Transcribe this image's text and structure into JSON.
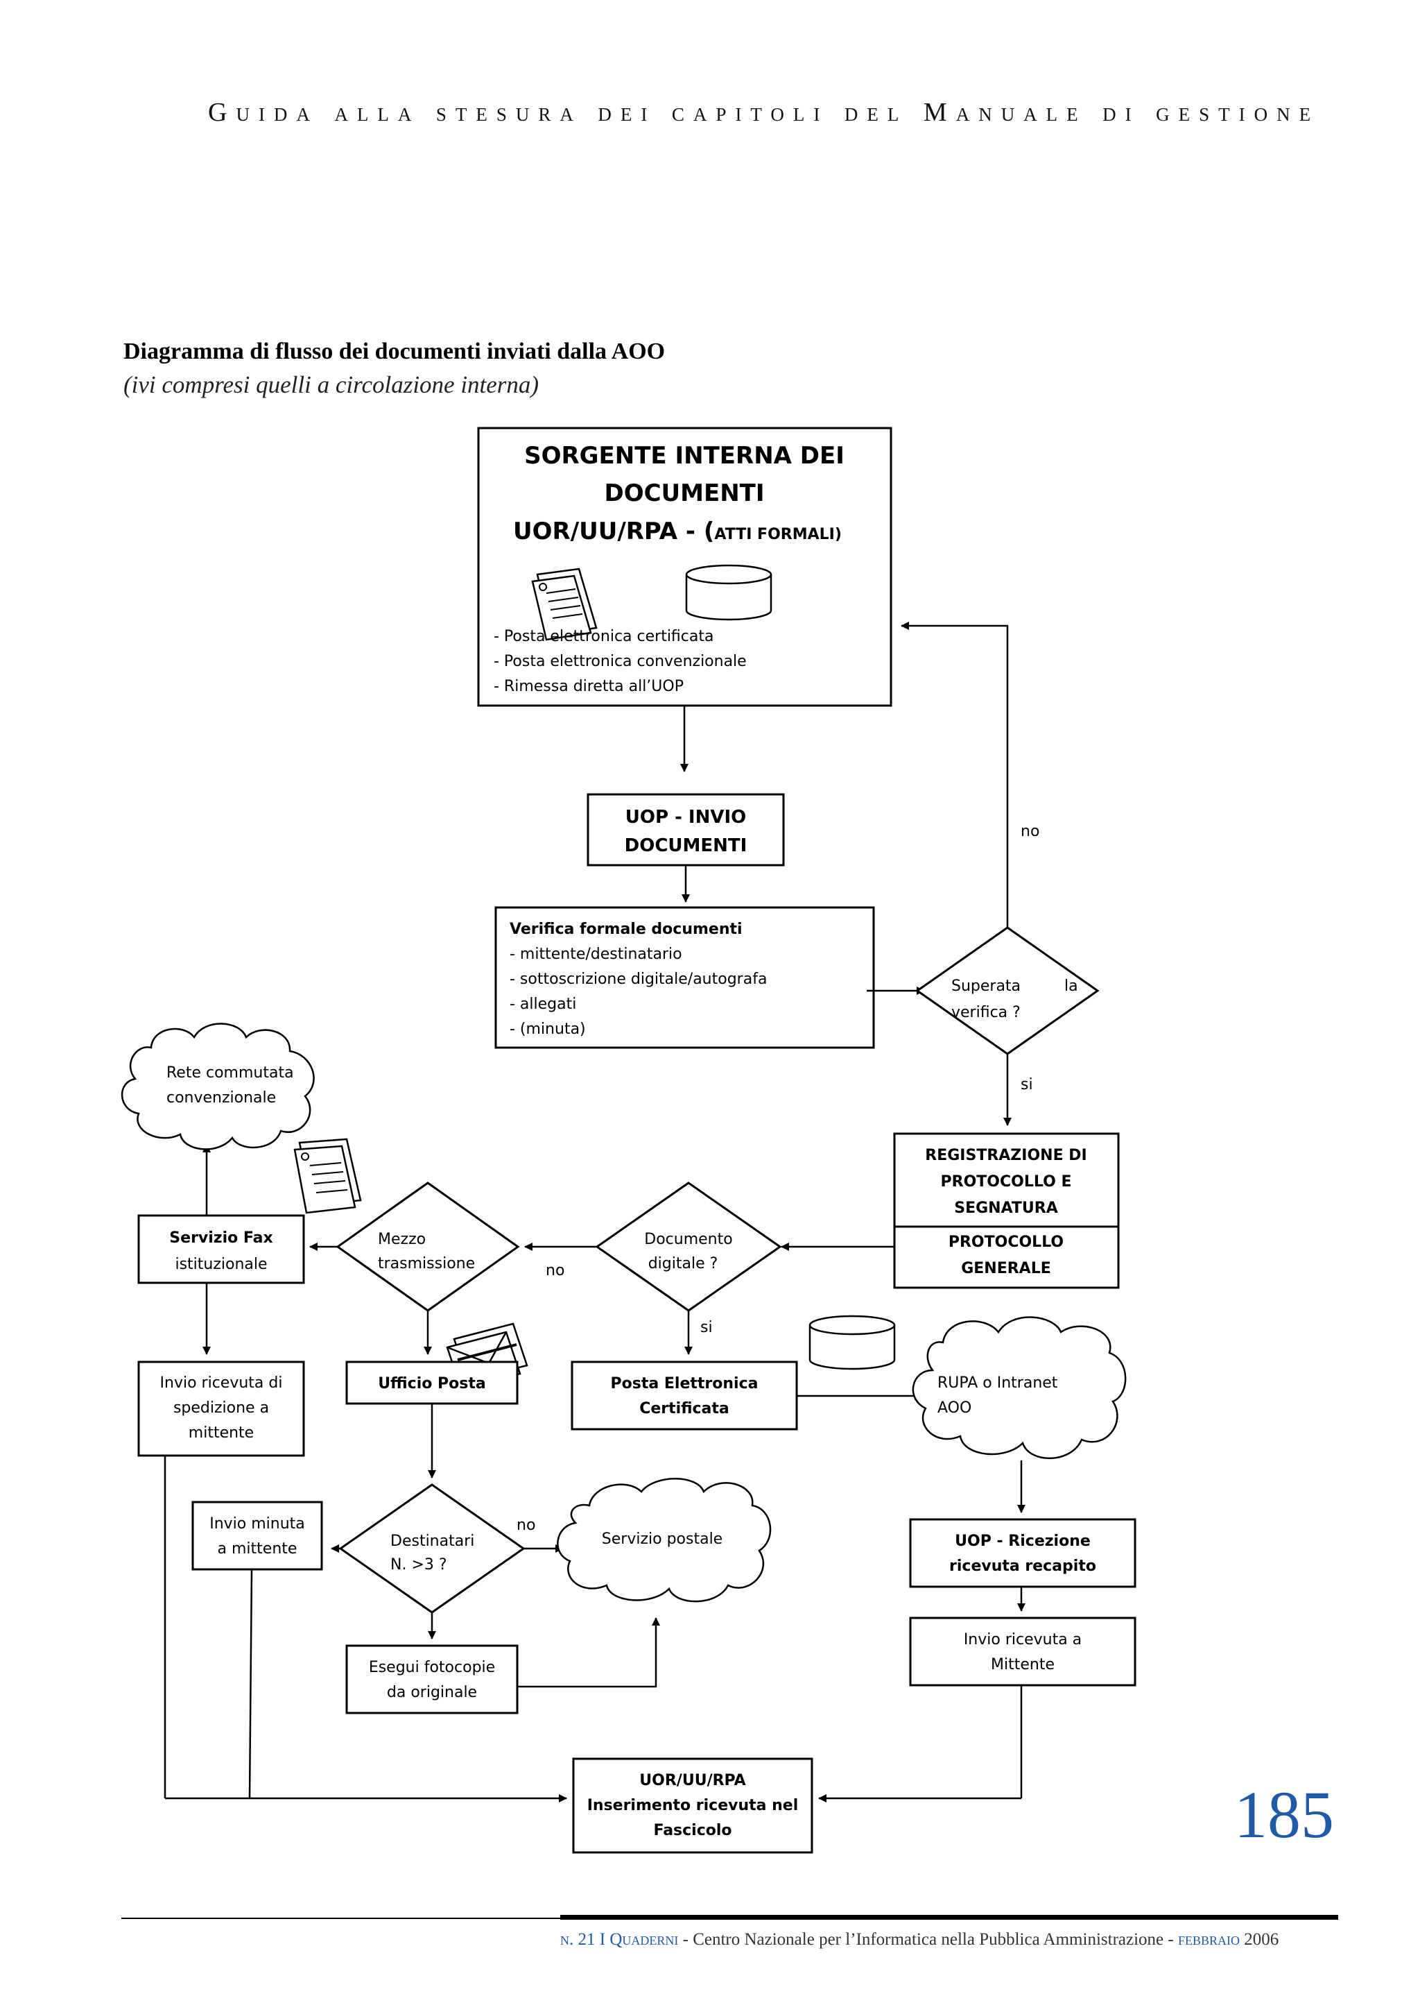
{
  "header": {
    "running_title": "Guida alla stesura dei capitoli del Manuale di gestione"
  },
  "heading": {
    "title": "Diagramma di flusso dei documenti inviati dalla AOO",
    "subtitle": "(ivi compresi quelli a circolazione interna)"
  },
  "diagram": {
    "source": {
      "line1": "SORGENTE INTERNA DEI",
      "line2": "DOCUMENTI",
      "line3": "UOR/UU/RPA - (",
      "line3_small": "ATTI FORMALI)",
      "items": [
        "- Posta elettronica certificata",
        "- Posta elettronica convenzionale",
        "- Rimessa diretta all’UOP"
      ]
    },
    "uop_invio": {
      "line1": "UOP - INVIO",
      "line2": "DOCUMENTI"
    },
    "verifica": {
      "title": "Verifica formale documenti",
      "items": [
        "- mittente/destinatario",
        "- sottoscrizione digitale/autografa",
        "- allegati",
        "- (minuta)"
      ]
    },
    "superata": {
      "line1a": "Superata",
      "line1b": "la",
      "line2": "verifica ?"
    },
    "label_no_top": "no",
    "label_si_top": "si",
    "registrazione": {
      "line1": "REGISTRAZIONE  DI",
      "line2": "PROTOCOLLO E",
      "line3": "SEGNATURA"
    },
    "protocollo": {
      "line1": "PROTOCOLLO",
      "line2": "GENERALE"
    },
    "documento_digitale": {
      "line1": "Documento",
      "line2": "digitale ?"
    },
    "label_no_mid": "no",
    "label_si_mid": "si",
    "mezzo": {
      "line1": "Mezzo",
      "line2": "trasmissione"
    },
    "fax": {
      "line1": "Servizio Fax",
      "line2": "istituzionale"
    },
    "rete": {
      "line1": "Rete commutata",
      "line2": "convenzionale"
    },
    "ufficio_posta": "Ufficio Posta",
    "pec": {
      "line1": "Posta Elettronica",
      "line2": "Certificata"
    },
    "rupa": {
      "line1": "RUPA o Intranet",
      "line2": "AOO"
    },
    "ricevuta_spedizione": {
      "line1": "Invio ricevuta di",
      "line2": "spedizione a",
      "line3": "mittente"
    },
    "destinatari": {
      "line1": "Destinatari",
      "line2": "N. >3 ?"
    },
    "label_no_dest": "no",
    "invio_minuta": {
      "line1": "Invio minuta",
      "line2": "a mittente"
    },
    "servizio_postale": "Servizio postale",
    "fotocopie": {
      "line1": "Esegui fotocopie",
      "line2": "da originale"
    },
    "uop_ricezione": {
      "line1": "UOP - Ricezione",
      "line2": "ricevuta recapito"
    },
    "ricevuta_mittente": {
      "line1": "Invio ricevuta a",
      "line2": "Mittente"
    },
    "inserimento": {
      "line1": "UOR/UU/RPA",
      "line2": "Inserimento ricevuta nel",
      "line3": "Fascicolo"
    }
  },
  "page_number": "185",
  "footer": {
    "issue": "n. 21",
    "sep": " I ",
    "series": "Quaderni",
    "publisher": " - Centro Nazionale per l’Informatica nella Pubblica Amministrazione - ",
    "date": "febbraio",
    "year": " 2006"
  }
}
